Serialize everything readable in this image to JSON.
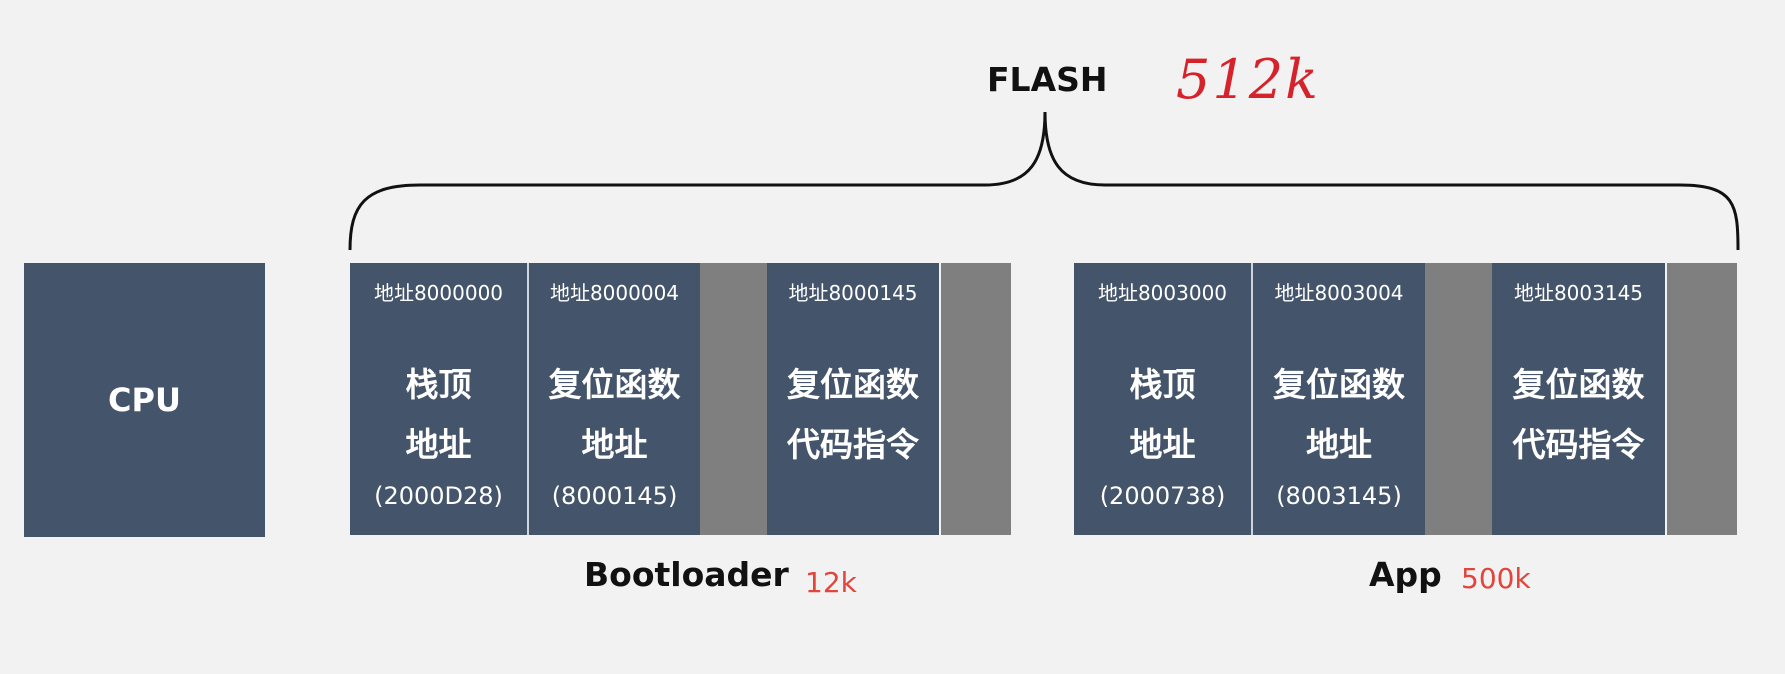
{
  "flash": {
    "title": "FLASH",
    "handwritten_size": "512k"
  },
  "cpu": {
    "label": "CPU"
  },
  "bootloader": {
    "title": "Bootloader",
    "size": "12k",
    "cells": [
      {
        "address": "地址8000000",
        "line1": "栈顶",
        "line2": "地址",
        "value": "(2000D28)"
      },
      {
        "address": "地址8000004",
        "line1": "复位函数",
        "line2": "地址",
        "value": "(8000145)"
      },
      {
        "address": "地址8000145",
        "line1": "复位函数",
        "line2": "代码指令",
        "value": ""
      }
    ]
  },
  "app": {
    "title": "App",
    "size": "500k",
    "cells": [
      {
        "address": "地址8003000",
        "line1": "栈顶",
        "line2": "地址",
        "value": "(2000738)"
      },
      {
        "address": "地址8003004",
        "line1": "复位函数",
        "line2": "地址",
        "value": "(8003145)"
      },
      {
        "address": "地址8003145",
        "line1": "复位函数",
        "line2": "代码指令",
        "value": ""
      }
    ]
  },
  "colors": {
    "block": "#44546a",
    "gap": "#7f7f7f",
    "background": "#f2f2f2",
    "accent_red": "#e0463c",
    "pen_red": "#d6232b"
  }
}
